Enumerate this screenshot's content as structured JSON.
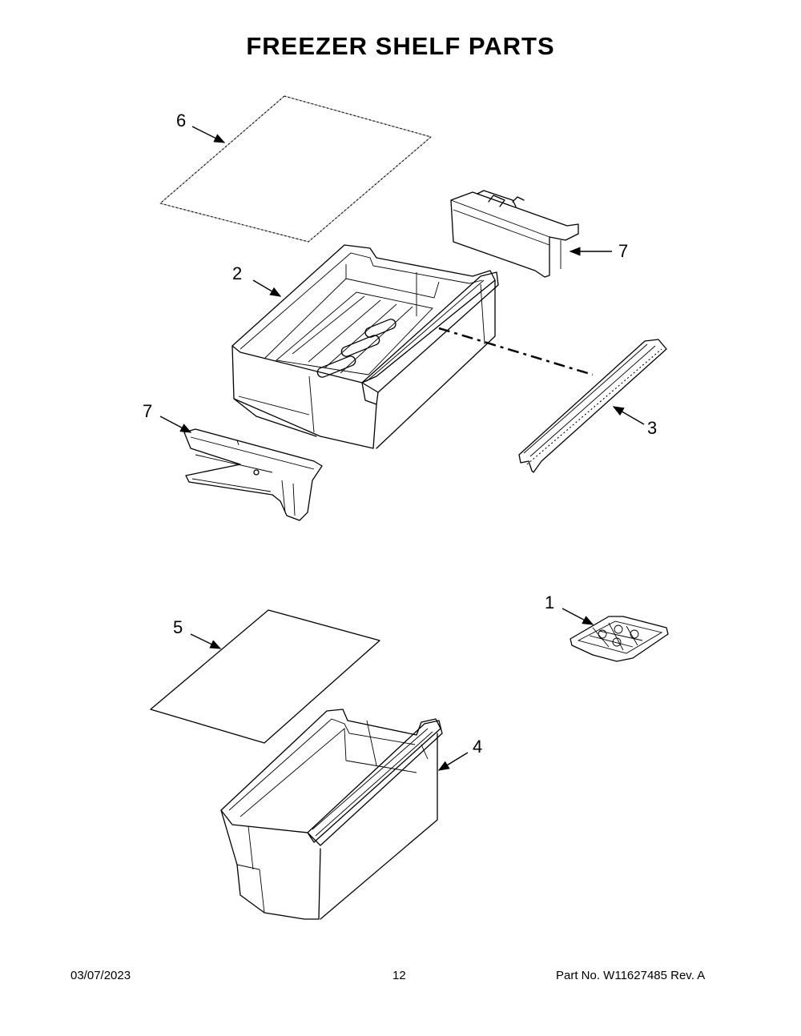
{
  "title": "FREEZER SHELF PARTS",
  "callouts": [
    {
      "id": "c6",
      "label": "6"
    },
    {
      "id": "c2",
      "label": "2"
    },
    {
      "id": "c7a",
      "label": "7"
    },
    {
      "id": "c7b",
      "label": "7"
    },
    {
      "id": "c3",
      "label": "3"
    },
    {
      "id": "c1",
      "label": "1"
    },
    {
      "id": "c5",
      "label": "5"
    },
    {
      "id": "c4",
      "label": "4"
    }
  ],
  "footer": {
    "date": "03/07/2023",
    "page": "12",
    "part_no": "Part No.  W11627485  Rev.  A"
  }
}
